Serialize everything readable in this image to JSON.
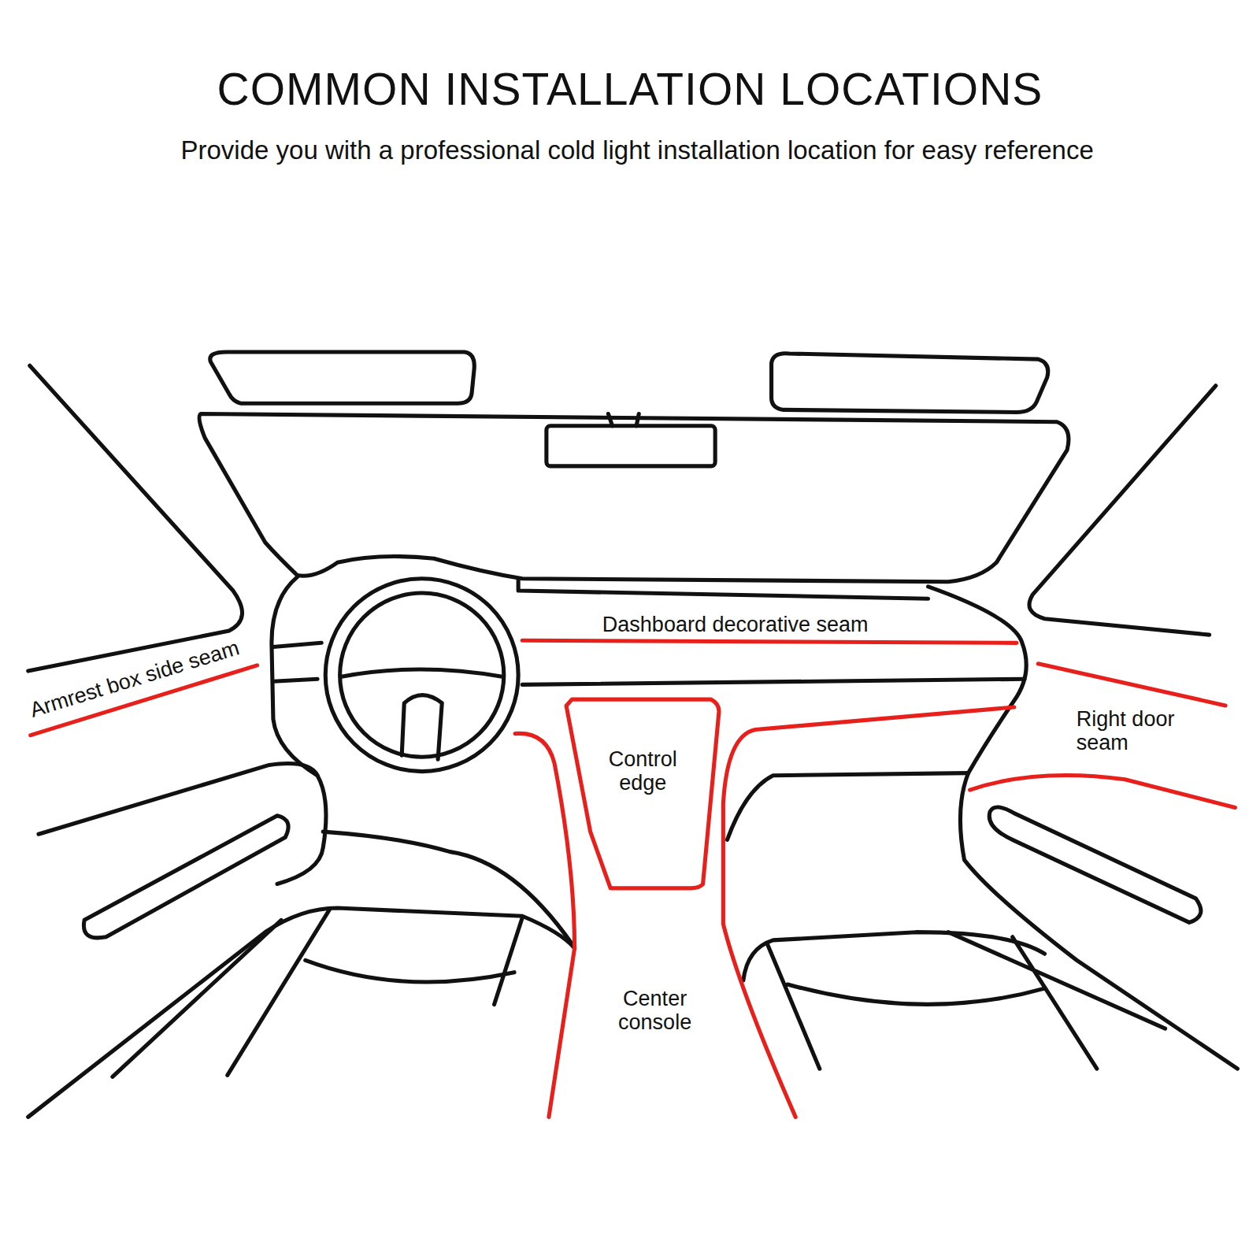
{
  "diagram": {
    "title": "COMMON INSTALLATION LOCATIONS",
    "nodes": [
      {
        "text": [
          "Control edge"
        ]
      }
    ],
    "labels": [
      "Provide you with a professional cold light installation location for easy reference",
      "Dashboard decorative seam",
      "Armrest box side seam",
      "Right door seam",
      "Center console"
    ]
  }
}
